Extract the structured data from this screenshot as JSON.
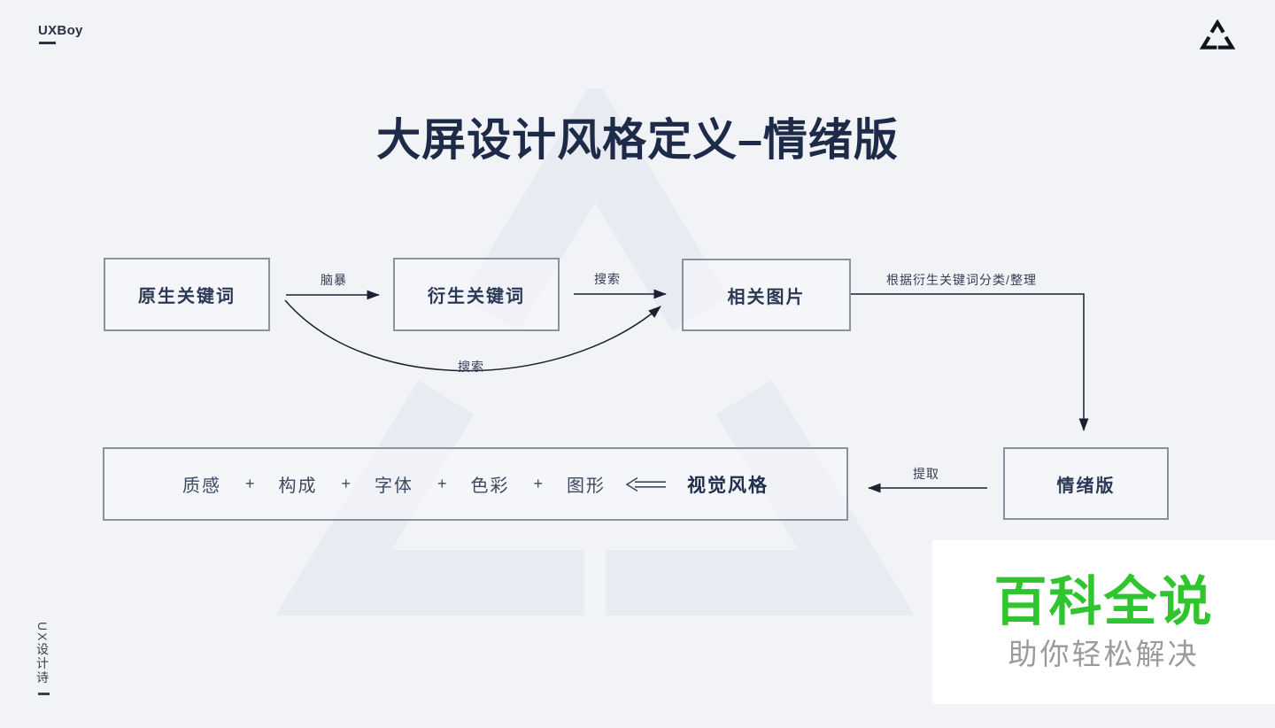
{
  "brand": {
    "top_left": "UXBoy",
    "bottom_left_vertical": "UX设计诗"
  },
  "logo": {
    "icon": "triangle-logo-icon",
    "color": "#0f131d"
  },
  "title": {
    "text": "大屏设计风格定义–情绪版"
  },
  "flow": {
    "boxes": [
      {
        "id": "origin-keywords",
        "label": "原生关键词"
      },
      {
        "id": "derived-keywords",
        "label": "衍生关键词"
      },
      {
        "id": "related-images",
        "label": "相关图片"
      },
      {
        "id": "moodboard",
        "label": "情绪版"
      }
    ],
    "labels": {
      "brainstorm": "脑暴",
      "search_straight": "搜索",
      "search_curve": "搜索",
      "classify": "根据衍生关键词分类/整理",
      "extract": "提取"
    }
  },
  "style_box": {
    "items": [
      "质感",
      "构成",
      "字体",
      "色彩",
      "图形"
    ],
    "plus": "+",
    "arrow_icon": "long-double-arrow-left-icon",
    "result": "视觉风格"
  },
  "overlay": {
    "title": "百科全说",
    "subtitle": "助你轻松解决",
    "title_color": "#2ec52e",
    "subtitle_color": "#9b9b9b"
  },
  "colors": {
    "background": "#f1f3f7",
    "box_border": "#8b91a0",
    "navy_text": "#1e2b48",
    "line": "#1b2130",
    "watermark": "#e8ebf1"
  }
}
